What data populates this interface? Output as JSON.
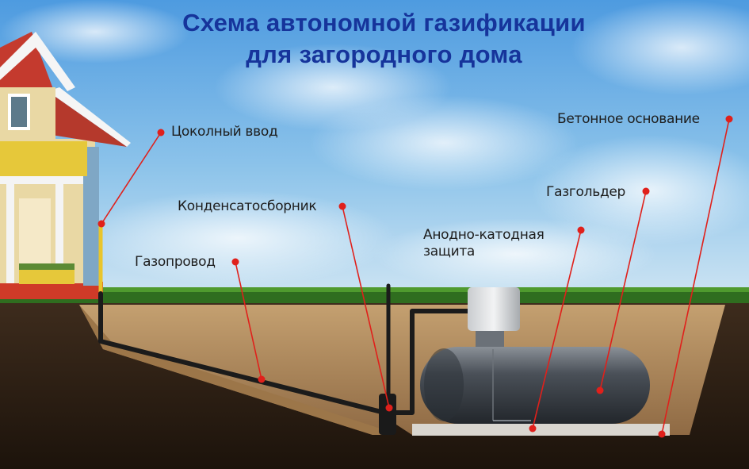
{
  "title": {
    "line1": "Схема автономной газификации",
    "line2": "для загородного дома"
  },
  "labels": {
    "cokolny_vvod": "Цоколный ввод",
    "kondensatosbornik": "Конденсатосборник",
    "gazoprovod": "Газопровод",
    "anodno_line1": "Анодно-катодная",
    "anodno_line2": "защита",
    "gazgolder": "Газгольдер",
    "betonnoe": "Бетонное основание"
  },
  "colors": {
    "title": "#16349b",
    "pointer": "#e0201b",
    "sky": "#6fb3e6",
    "soil": "#b08659",
    "tank": "#3b4148"
  }
}
